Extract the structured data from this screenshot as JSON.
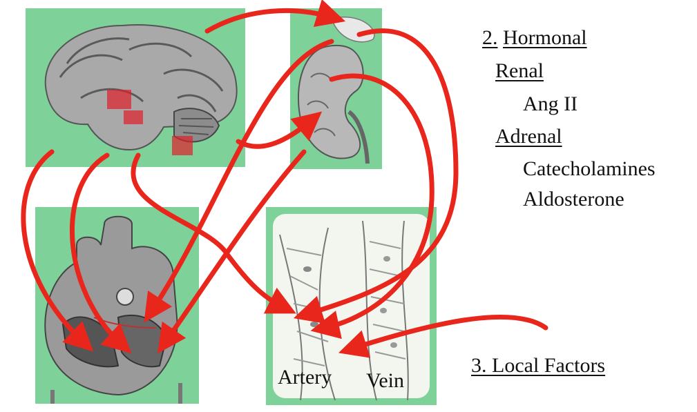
{
  "colors": {
    "panel_green": "#7fd19a",
    "arrow_red": "#e8261c",
    "region_red": "#e0202a",
    "anatomy_gray": "#8a8a8a"
  },
  "panels": {
    "brain": {
      "icon": "brain-icon"
    },
    "kidney": {
      "icon": "kidney-icon"
    },
    "heart": {
      "icon": "heart-icon"
    },
    "vessel": {
      "icon": "blood-vessel-icon"
    }
  },
  "text": {
    "hormonal_num": "2.",
    "hormonal": "Hormonal",
    "renal": "Renal",
    "ang": "Ang II",
    "adrenal": "Adrenal",
    "catecholamines": "Catecholamines",
    "aldosterone": "Aldosterone",
    "local": "3. Local Factors",
    "artery": "Artery",
    "vein": "Vein"
  }
}
